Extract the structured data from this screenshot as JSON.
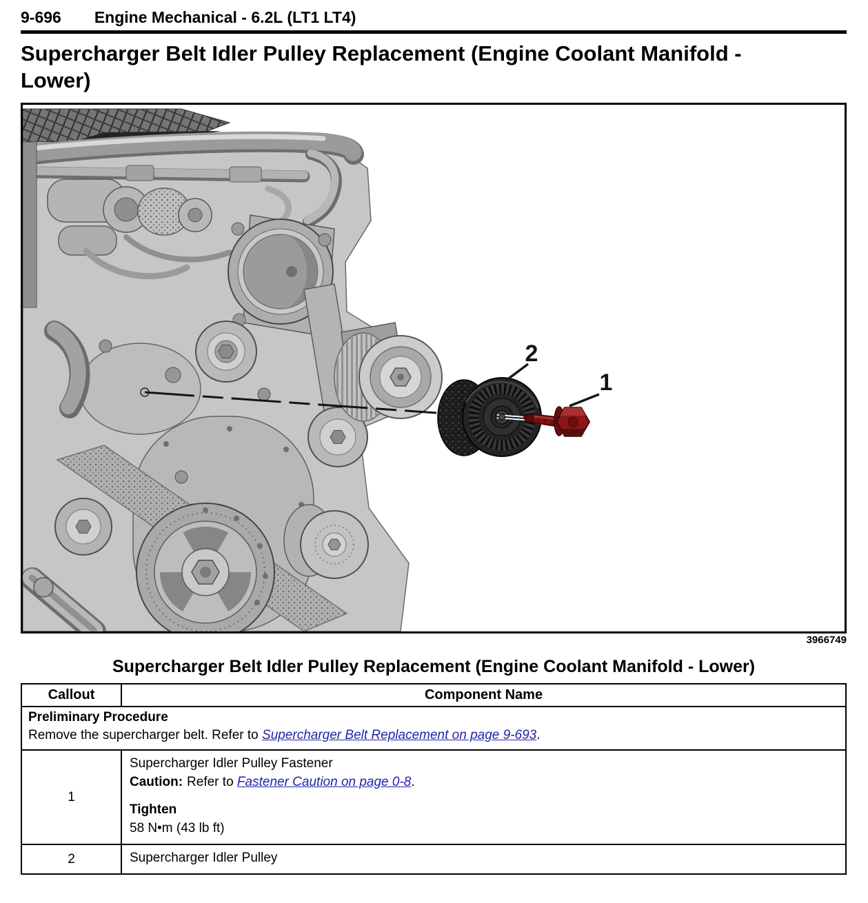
{
  "header": {
    "page_number": "9-696",
    "section_title": "Engine Mechanical - 6.2L (LT1 LT4)"
  },
  "title": "Supercharger Belt Idler Pulley Replacement (Engine Coolant Manifold - Lower)",
  "figure": {
    "number": "3966749",
    "callouts": [
      {
        "label": "1"
      },
      {
        "label": "2"
      }
    ],
    "colors": {
      "bolt_red": "#8c1616",
      "bolt_red_dark": "#4e0808",
      "pulley_dark": "#1f1f1f",
      "engine_gray": "#c6c6c6",
      "line_black": "#141414"
    }
  },
  "caption": "Supercharger Belt Idler Pulley Replacement (Engine Coolant Manifold - Lower)",
  "table": {
    "col_headers": [
      "Callout",
      "Component Name"
    ],
    "preliminary": {
      "heading": "Preliminary Procedure",
      "text": "Remove the supercharger belt. Refer to ",
      "link": "Supercharger Belt Replacement on page 9-693",
      "suffix": "."
    },
    "rows": [
      {
        "callout": "1",
        "component": "Supercharger Idler Pulley Fastener",
        "caution_label": "Caution:",
        "caution_text": "Refer to ",
        "caution_link": "Fastener Caution on page 0-8",
        "caution_suffix": ".",
        "tighten_label": "Tighten",
        "tighten_value": "58 N•m (43 lb ft)"
      },
      {
        "callout": "2",
        "component": "Supercharger Idler Pulley"
      }
    ],
    "link_color": "#2222aa"
  }
}
